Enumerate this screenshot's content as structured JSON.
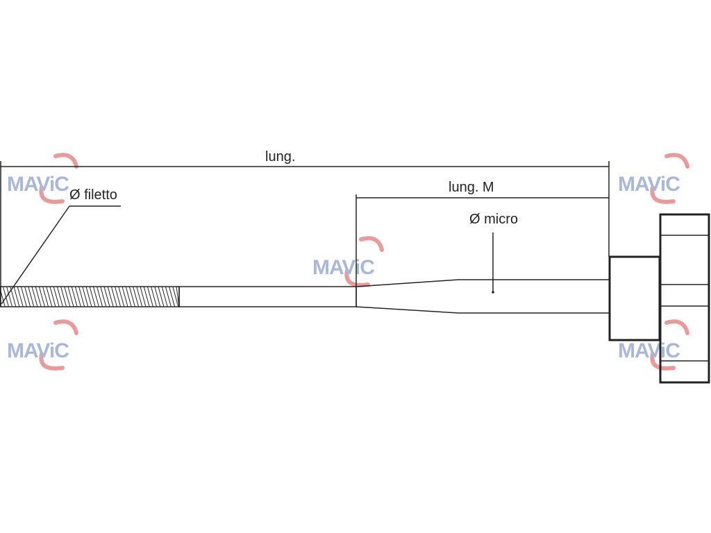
{
  "labels": {
    "total_length": "lung.",
    "m_length": "lung. M",
    "micro_diameter": "Ø micro",
    "thread_diameter": "Ø filetto"
  },
  "watermark": {
    "text": "MAViC",
    "text_color": "#8d9fd0",
    "swoosh_color": "#e07a7a"
  },
  "colors": {
    "line": "#222222"
  }
}
